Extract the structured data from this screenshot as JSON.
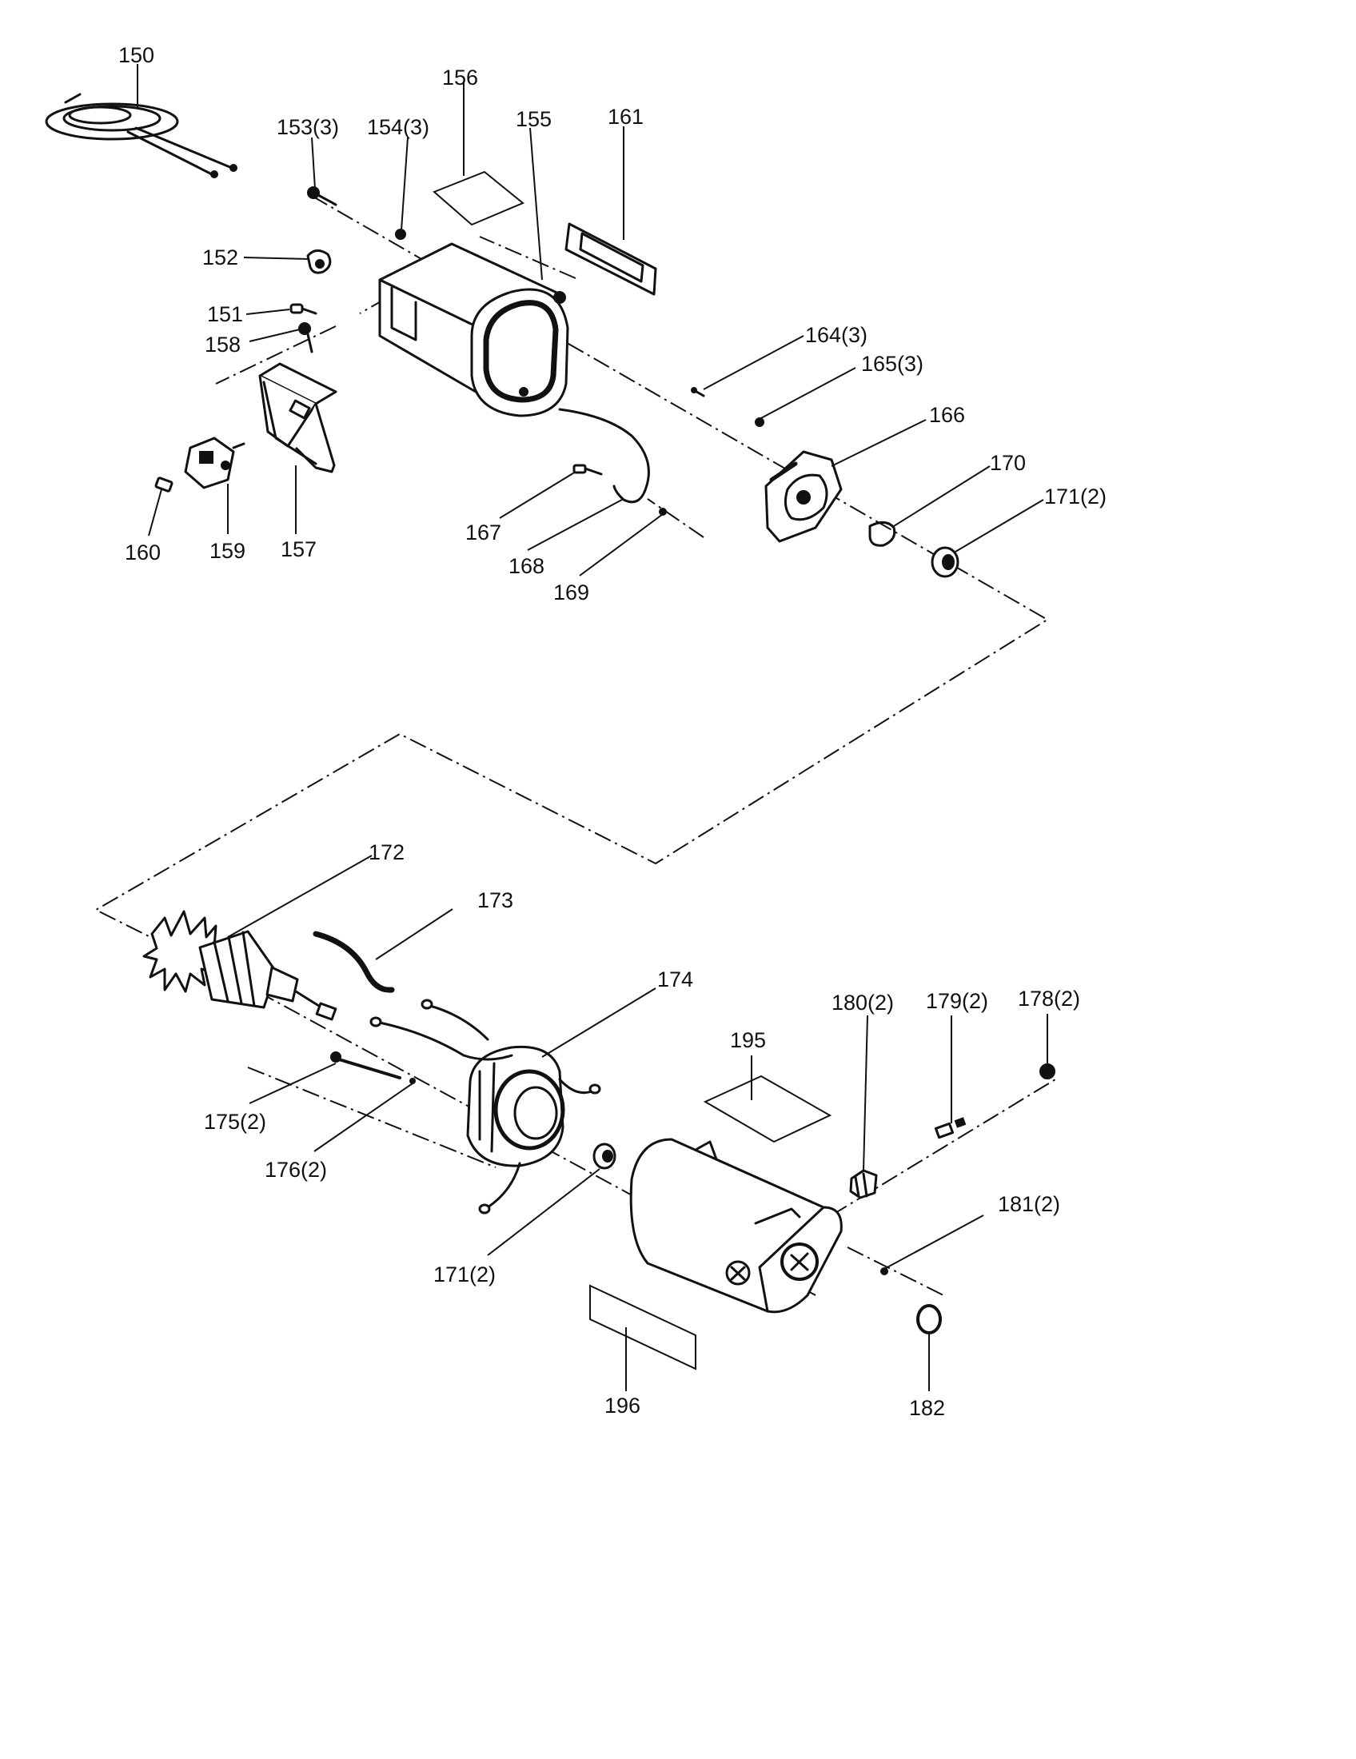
{
  "labels": {
    "p150": "150",
    "p151": "151",
    "p152": "152",
    "p153": "153(3)",
    "p154": "154(3)",
    "p155": "155",
    "p156": "156",
    "p157": "157",
    "p158": "158",
    "p159": "159",
    "p160": "160",
    "p161": "161",
    "p164": "164(3)",
    "p165": "165(3)",
    "p166": "166",
    "p167": "167",
    "p168": "168",
    "p169": "169",
    "p170": "170",
    "p171a": "171(2)",
    "p171b": "171(2)",
    "p172": "172",
    "p173": "173",
    "p174": "174",
    "p175": "175(2)",
    "p176": "176(2)",
    "p178": "178(2)",
    "p179": "179(2)",
    "p180": "180(2)",
    "p181": "181(2)",
    "p182": "182",
    "p195": "195",
    "p196": "196"
  }
}
